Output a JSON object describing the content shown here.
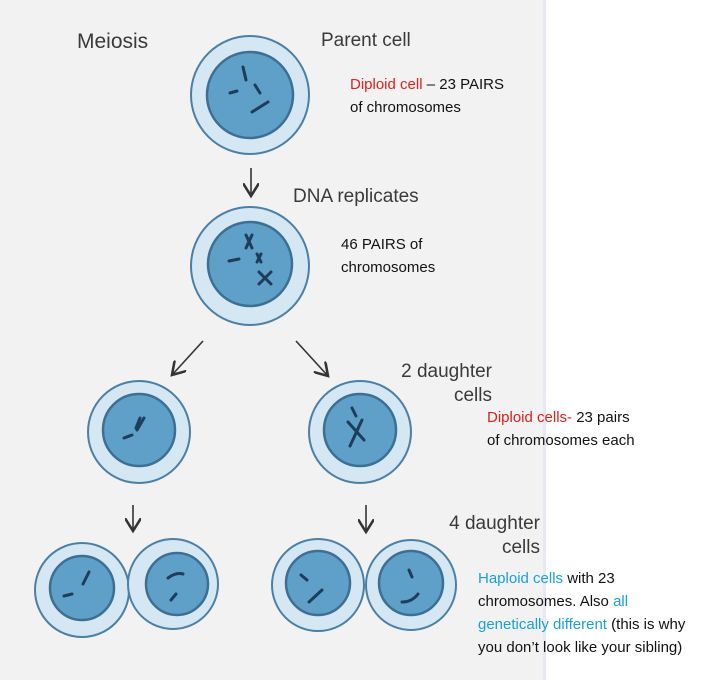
{
  "diagram": {
    "title": "Meiosis",
    "stages": {
      "parent": "Parent cell",
      "replicate": "DNA replicates",
      "two_daughters_line1": "2 daughter",
      "two_daughters_line2": "cells",
      "four_daughters_line1": "4 daughter",
      "four_daughters_line2": "cells"
    }
  },
  "notes": {
    "parent": {
      "highlight": "Diploid cell",
      "rest1": " – 23 PAIRS",
      "line2": "of chromosomes"
    },
    "replicated": {
      "line1": "46 PAIRS of",
      "line2": "chromosomes"
    },
    "two_daughters": {
      "highlight": "Diploid cells-",
      "rest1": " 23 pairs",
      "line2": "of chromosomes each"
    },
    "four_daughters": {
      "highlight1": "Haploid cells",
      "rest1": " with 23",
      "line2_text": "chromosomes. Also ",
      "line2_highlight": "all",
      "line3_highlight": "genetically different",
      "line3_rest": " (this is why",
      "line4": "you don’t look like your sibling)"
    }
  },
  "colors": {
    "panel_bg": "#f2f2f2",
    "cell_outer": "#d4e7f3",
    "cell_inner": "#5fa0c9",
    "cell_stroke": "#3d6f95",
    "chromosome": "#1e3d5a",
    "arrow": "#333333",
    "red_text": "#e0201a",
    "blue_text": "#1aa0d8"
  }
}
